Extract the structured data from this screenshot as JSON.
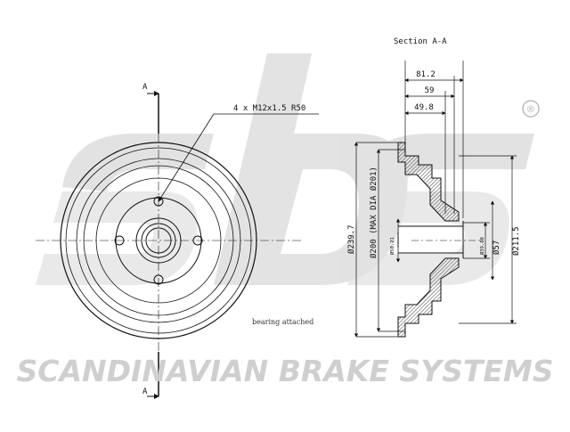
{
  "brand": {
    "watermark_text": "SCANDINAVIAN BRAKE SYSTEMS",
    "logo_text": "sbs",
    "registered_mark": "®",
    "watermark_color": "#cccccc"
  },
  "drawing": {
    "section_title": "Section A-A",
    "section_marker_top": "A",
    "section_marker_bottom": "A",
    "bolt_callout": "4 x M12x1.5 R50",
    "note": "bearing attached",
    "dimensions": {
      "d_81_2": "81.2",
      "d_59": "59",
      "d_49_8": "49.8",
      "d_239_7": "Ø239.7",
      "d_200": "Ø200 (MAX DIA Ø201)",
      "d_50_21": "Ø50.21",
      "d_39_80": "Ø39.80",
      "d_57": "Ø57",
      "d_211_5": "Ø211.5"
    }
  }
}
